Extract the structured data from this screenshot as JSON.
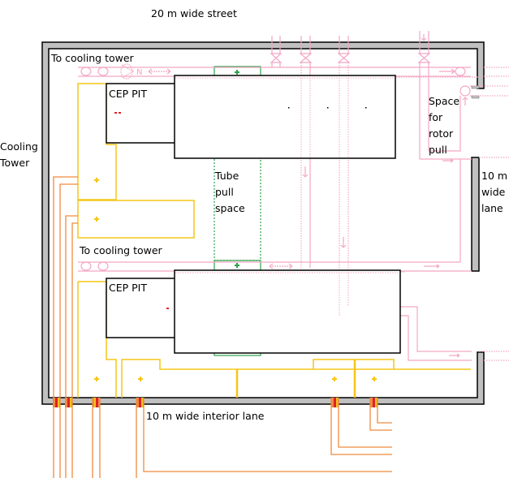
{
  "labels": {
    "street": "20 m  wide street",
    "to_cooling_tower_top": "To cooling tower",
    "to_cooling_tower_mid": "To cooling tower",
    "cep_pit_top": "CEP PIT",
    "cep_pit_bottom": "CEP PIT",
    "cooling_tower": "Cooling\nTower",
    "tube_pull": "Tube\npull\nspace",
    "rotor_pull": "Space\nfor\nrotor\npull",
    "side_lane": "10 m\nwide\nlane",
    "interior_lane": "10 m wide interior lane",
    "flow_symbol_n": "N"
  },
  "colors": {
    "wall_fill": "#c0c0c0",
    "wall_stroke": "#000000",
    "pipe_pink": "#f4a6c4",
    "yellow_equipment": "#f5c518",
    "orange_cable": "#f08a3c",
    "green_outline": "#2ca24a",
    "red_marker": "#e0202a"
  }
}
